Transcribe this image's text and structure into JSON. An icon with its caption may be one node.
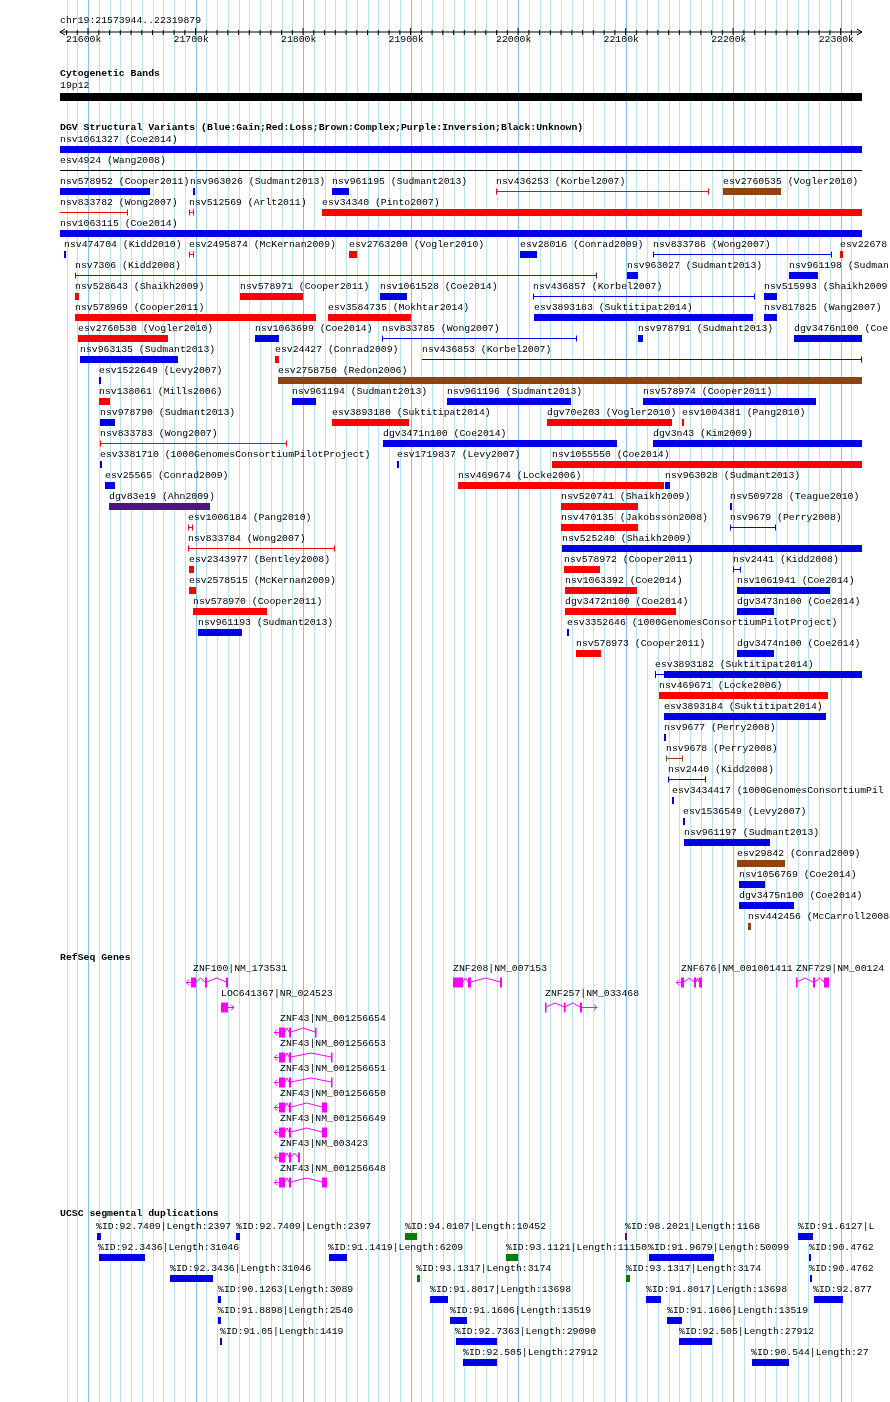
{
  "diagram": {
    "labels": [
      "chr19:21573944..22319879",
      "21600k",
      "21700k",
      "21800k",
      "21900k",
      "22000k",
      "22100k",
      "22200k",
      "22300k",
      "Cytogenetic Bands",
      "19p12",
      "DGV Structural Variants (Blue:Gain;Red:Loss;Brown:Complex;Purple:Inversion;Black:Unknown)",
      "nsv1061327 (Coe2014)",
      "esv4924 (Wang2008)",
      "nsv578952 (Cooper2011)",
      "nsv963026 (Sudmant2013)",
      "nsv961195 (Sudmant2013)",
      "nsv436253 (Korbel2007)",
      "esv2760535 (Vogler2010)",
      "nsv833782 (Wong2007)",
      "nsv512569 (Arlt2011)",
      "esv34340 (Pinto2007)",
      "nsv1063115 (Coe2014)",
      "nsv474704 (Kidd2010)",
      "esv2495874 (McKernan2009)",
      "esv2763200 (Vogler2010)",
      "esv28016 (Conrad2009)",
      "nsv833786 (Wong2007)",
      "esv22678",
      "nsv7306 (Kidd2008)",
      "nsv963027 (Sudmant2013)",
      "nsv961198 (Sudman",
      "nsv528643 (Shaikh2009)",
      "nsv578971 (Cooper2011)",
      "nsv1061528 (Coe2014)",
      "nsv436857 (Korbel2007)",
      "nsv515993 (Shaikh2009",
      "nsv578969 (Cooper2011)",
      "esv3584735 (Mokhtar2014)",
      "esv3893183 (Suktitipat2014)",
      "nsv817825 (Wang2007)",
      "esv2760530 (Vogler2010)",
      "nsv1063699 (Coe2014)",
      "nsv833785 (Wong2007)",
      "nsv978791 (Sudmant2013)",
      "dgv3476n100 (Coe",
      "nsv963135 (Sudmant2013)",
      "esv24427 (Conrad2009)",
      "nsv436853 (Korbel2007)",
      "esv1522649 (Levy2007)",
      "esv2758750 (Redon2006)",
      "nsv138061 (Mills2006)",
      "nsv961194 (Sudmant2013)",
      "nsv961196 (Sudmant2013)",
      "nsv578974 (Cooper2011)",
      "nsv978790 (Sudmant2013)",
      "esv3893180 (Suktitipat2014)",
      "dgv70e203 (Vogler2010)",
      "esv1004381 (Pang2010)",
      "nsv833783 (Wong2007)",
      "dgv3471n100 (Coe2014)",
      "dgv3n43 (Kim2009)",
      "esv3381710 (1000GenomesConsortiumPilotProject)",
      "esv1719837 (Levy2007)",
      "nsv1055550 (Coe2014)",
      "esv25565 (Conrad2009)",
      "nsv469674 (Locke2006)",
      "nsv963028 (Sudmant2013)",
      "dgv83e19 (Ahn2009)",
      "nsv520741 (Shaikh2009)",
      "nsv509728 (Teague2010)",
      "esv1006184 (Pang2010)",
      "nsv470135 (Jakobsson2008)",
      "nsv9679 (Perry2008)",
      "nsv833784 (Wong2007)",
      "nsv525240 (Shaikh2009)",
      "esv2343977 (Bentley2008)",
      "nsv578972 (Cooper2011)",
      "nsv2441 (Kidd2008)",
      "esv2578515 (McKernan2009)",
      "nsv1063392 (Coe2014)",
      "nsv1061941 (Coe2014)",
      "nsv578970 (Cooper2011)",
      "dgv3472n100 (Coe2014)",
      "dgv3473n100 (Coe2014)",
      "nsv961193 (Sudmant2013)",
      "esv3352646 (1000GenomesConsortiumPilotProject)",
      "nsv578973 (Cooper2011)",
      "dgv3474n100 (Coe2014)",
      "esv3893182 (Suktitipat2014)",
      "nsv469671 (Locke2006)",
      "esv3893184 (Suktitipat2014)",
      "nsv9677 (Perry2008)",
      "nsv9678 (Perry2008)",
      "nsv2440 (Kidd2008)",
      "esv3434417 (1000GenomesConsortiumPil",
      "esv1536549 (Levy2007)",
      "nsv961197 (Sudmant2013)",
      "esv29842 (Conrad2009)",
      "nsv1056769 (Coe2014)",
      "dgv3475n100 (Coe2014)",
      "nsv442456 (McCarroll2008",
      "RefSeq Genes",
      "ZNF100|NM_173531",
      "ZNF208|NM_007153",
      "ZNF676|NM_001001411",
      "ZNF729|NM_00124",
      "LOC641367|NR_024523",
      "ZNF257|NM_033468",
      "ZNF43|NM_001256654",
      "ZNF43|NM_001256653",
      "ZNF43|NM_001256651",
      "ZNF43|NM_001256650",
      "ZNF43|NM_001256649",
      "ZNF43|NM_003423",
      "ZNF43|NM_001256648",
      "UCSC segmental duplications",
      "%ID:92.7409|Length:2397",
      "%ID:92.7409|Length:2397",
      "%ID:94.0107|Length:10452",
      "%ID:98.2021|Length:1168",
      "%ID:91.6127|L",
      "%ID:92.3436|Length:31046",
      "%ID:91.1419|Length:6209",
      "%ID:93.1121|Length:11150",
      "%ID:91.9679|Length:50099",
      "%ID:90.4762",
      "%ID:92.3436|Length:31046",
      "%ID:93.1317|Length:3174",
      "%ID:93.1317|Length:3174",
      "%ID:90.4762",
      "%ID:90.1263|Length:3089",
      "%ID:91.8017|Length:13698",
      "%ID:91.8017|Length:13698",
      "%ID:92.877",
      "%ID:91.8898|Length:2540",
      "%ID:91.1606|Length:13519",
      "%ID:91.1606|Length:13519",
      "%ID:91.05|Length:1419",
      "%ID:92.7363|Length:29090",
      "%ID:92.505|Length:27912",
      "%ID:92.505|Length:27912",
      "%ID:90.544|Length:27"
    ]
  }
}
